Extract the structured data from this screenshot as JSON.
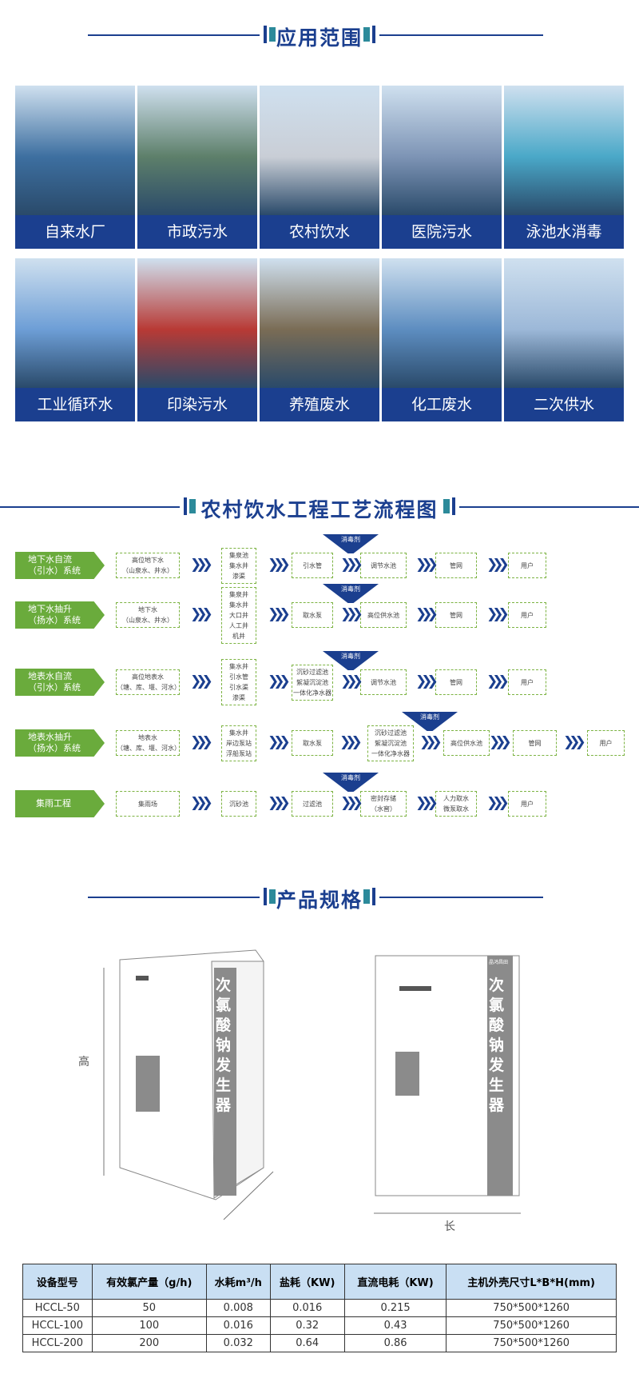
{
  "sections": {
    "applications": "应用范围",
    "flow": "农村饮水工程工艺流程图",
    "specs": "产品规格"
  },
  "applications": [
    {
      "label": "自来水厂",
      "color": "#3d6fa0"
    },
    {
      "label": "市政污水",
      "color": "#5d7f6a"
    },
    {
      "label": "农村饮水",
      "color": "#c9ced6"
    },
    {
      "label": "医院污水",
      "color": "#7d94b5"
    },
    {
      "label": "泳池水消毒",
      "color": "#4aa8c8"
    },
    {
      "label": "工业循环水",
      "color": "#6d9ed6"
    },
    {
      "label": "印染污水",
      "color": "#b83a35"
    },
    {
      "label": "养殖废水",
      "color": "#7a6c55"
    },
    {
      "label": "化工废水",
      "color": "#5d8dc0"
    },
    {
      "label": "二次供水",
      "color": "#9cb8d8"
    }
  ],
  "flow": {
    "disinfectant": "消毒剂",
    "rows": [
      {
        "label": "地下水自流\n（引水）系统",
        "boxes": [
          "高位地下水\n（山泉水、井水）",
          "集泉池\n集水井\n渗渠",
          "引水管",
          "调节水池",
          "管网",
          "用户"
        ]
      },
      {
        "label": "地下水抽升\n（扬水）系统",
        "boxes": [
          "地下水\n（山泉水、井水）",
          "集泉井\n集水井\n大口井\n人工井\n机井",
          "取水泵",
          "高位供水池",
          "管网",
          "用户"
        ]
      },
      {
        "label": "地表水自流\n（引水）系统",
        "boxes": [
          "高位地表水\n（塘、库、堰、河水）",
          "集水井\n引水管\n引水渠\n渗渠",
          "沉砂过滤池\n絮凝沉淀池\n一体化净水器",
          "调节水池",
          "管网",
          "用户"
        ]
      },
      {
        "label": "地表水抽升\n（扬水）系统",
        "boxes": [
          "地表水\n（塘、库、堰、河水）",
          "集水井\n岸边泵站\n浮船泵站",
          "取水泵",
          "沉砂过滤池\n絮凝沉淀池\n一体化净水器",
          "高位供水池",
          "管网",
          "用户"
        ]
      },
      {
        "label": "集雨工程",
        "boxes": [
          "集雨场",
          "沉砂池",
          "过滤池",
          "密封存储\n（水窖）",
          "人力取水\n微泵取水",
          "用户"
        ]
      }
    ]
  },
  "product": {
    "name": "次氯酸钠发生器",
    "brand": "晶鸿昌田",
    "height_label": "高",
    "length_label": "长"
  },
  "table": {
    "headers": [
      "设备型号",
      "有效氯产量（g/h)",
      "水耗m³/h",
      "盐耗（KW)",
      "直流电耗（KW)",
      "主机外壳尺寸L*B*H(mm)"
    ],
    "rows": [
      [
        "HCCL-50",
        "50",
        "0.008",
        "0.016",
        "0.215",
        "750*500*1260"
      ],
      [
        "HCCL-100",
        "100",
        "0.016",
        "0.32",
        "0.43",
        "750*500*1260"
      ],
      [
        "HCCL-200",
        "200",
        "0.032",
        "0.64",
        "0.86",
        "750*500*1260"
      ]
    ]
  }
}
